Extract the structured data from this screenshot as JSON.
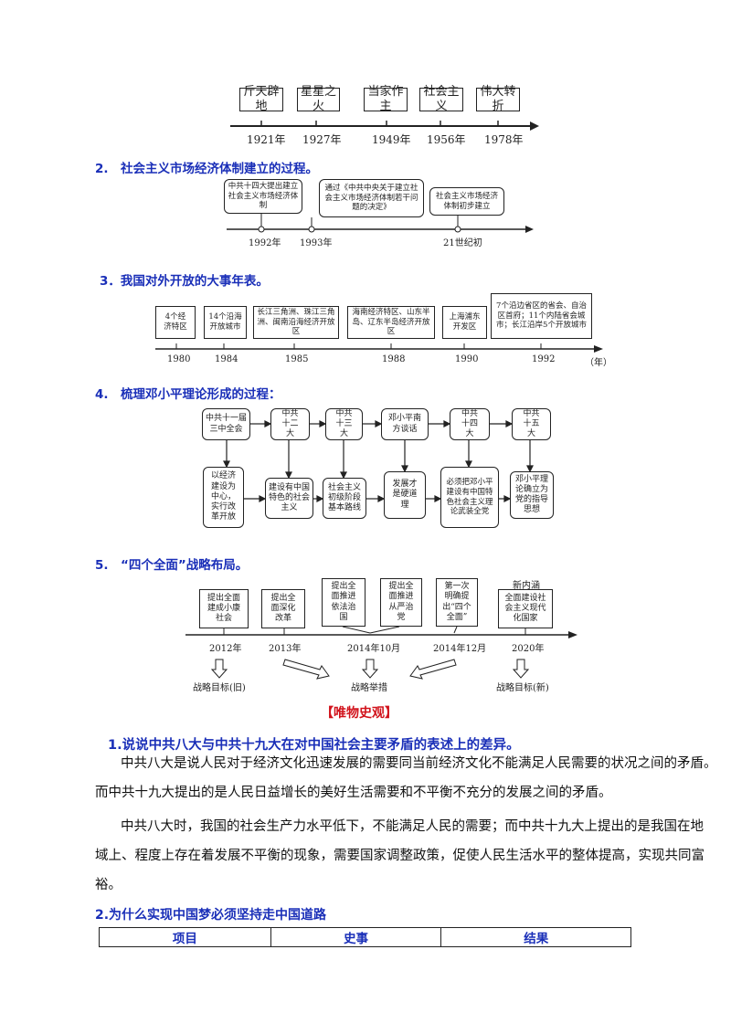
{
  "timeline1": {
    "labels": [
      "斤天辟地",
      "星星之火",
      "当家作主",
      "社会主义",
      "伟大转折"
    ],
    "years": [
      "1921年",
      "1927年",
      "1949年",
      "1956年",
      "1978年"
    ]
  },
  "section2": {
    "heading": "2.　社会主义市场经济体制建立的过程。",
    "boxes": [
      "中共十四大提出建立社会主义市场经济体制",
      "通过《中共中央关于建立社会主义市场经济体制若干问题的决定》",
      "社会主义市场经济体制初步建立"
    ],
    "years": [
      "1992年",
      "1993年",
      "21世纪初"
    ]
  },
  "section3": {
    "heading": "3．我国对外开放的大事年表。",
    "boxes": [
      "4个经济特区",
      "14个沿海开放城市",
      "长江三角洲、珠江三角洲、闽南沿海经济开放区",
      "海南经济特区、山东半岛、辽东半岛经济开放区",
      "上海浦东开发区",
      "7个沿边省区的省会、自治区首府；11个内陆省会城市；长江沿岸5个开放城市"
    ],
    "years": [
      "1980",
      "1984",
      "1985",
      "1988",
      "1990",
      "1992"
    ],
    "unit": "（年）"
  },
  "section4": {
    "heading": "4.　梳理邓小平理论形成的过程：",
    "top": [
      "中共十一届三中全会",
      "中共十二大",
      "中共十三大",
      "邓小平南方谈话",
      "中共十四大",
      "中共十五大"
    ],
    "bottom": [
      "以经济建设为中心，实行改革开放",
      "建设有中国特色的社会主义",
      "社会主义初级阶段基本路线",
      "发展才是硬道理",
      "必须把邓小平建设有中国特色社会主义理论武装全党",
      "邓小平理论确立为党的指导思想"
    ]
  },
  "section5": {
    "heading": "5.　“四个全面”战略布局。",
    "boxes": [
      "提出全面建成小康社会",
      "提出全面深化改革",
      "提出全面推进依法治国",
      "提出全面推进从严治党",
      "第一次明确提出“四个全面”",
      "全面建设社会主义现代化国家"
    ],
    "new_label": "新内涵",
    "years": [
      "2012年",
      "2013年",
      "2014年10月",
      "2014年12月",
      "2020年"
    ],
    "goals": [
      "战略目标(旧)",
      "战略举措",
      "战略目标(新)"
    ]
  },
  "weiwu": {
    "title": "【唯物史观】",
    "q1": "1.说说中共八大与中共十九大在对中国社会主要矛盾的表述上的差异。",
    "p1a": "中共八大是说人民对于经济文化迅速发展的需要同当前经济文化不能满足人民需要的状况之间的矛盾。",
    "p1b": "而中共十九大提出的是人民日益增长的美好生活需要和不平衡不充分的发展之间的矛盾。",
    "p2a": "中共八大时，我国的社会生产力水平低下，不能满足人民的需要；而中共十九大上提出的是我国在地",
    "p2b": "域上、程度上存在着发展不平衡的现象，需要国家调整政策，促使人民生活水平的整体提高，实现共同富",
    "p2c": "裕。",
    "q2": "2.为什么实现中国梦必须坚持走中国道路",
    "table_headers": [
      "项目",
      "史事",
      "结果"
    ]
  }
}
